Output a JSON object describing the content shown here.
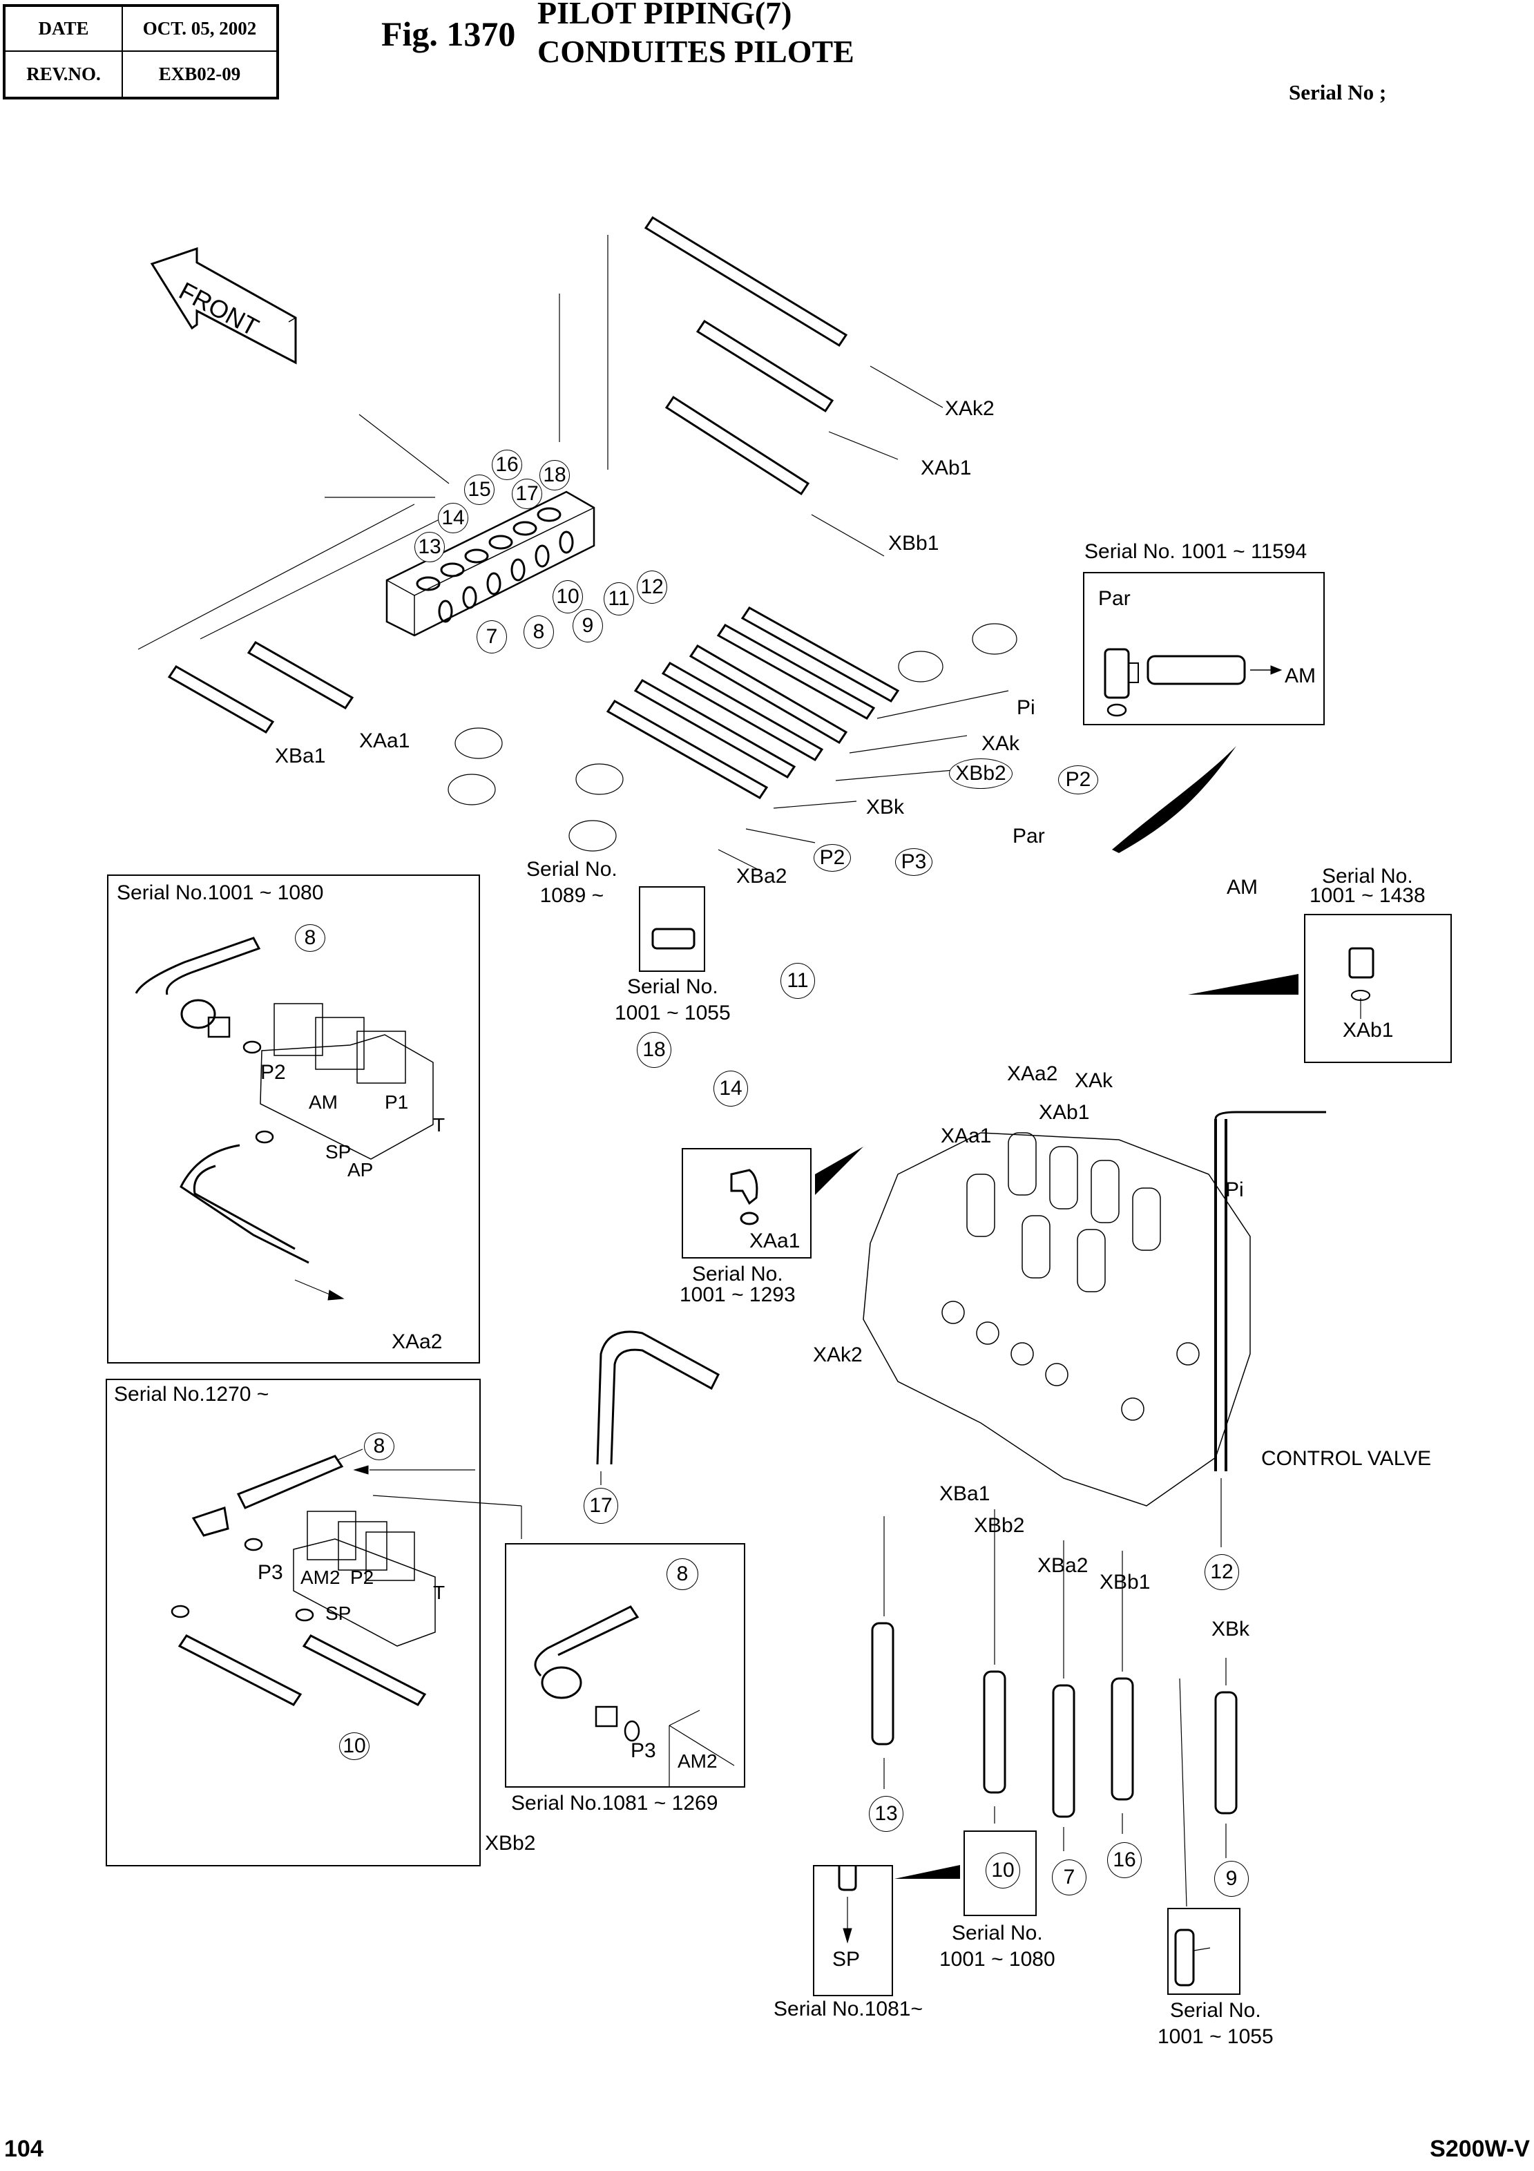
{
  "header": {
    "date_label": "DATE",
    "date_value": "OCT. 05, 2002",
    "rev_label": "REV.NO.",
    "rev_value": "EXB02-09",
    "figure_number": "Fig. 1370",
    "title_en": "PILOT PIPING(7)",
    "title_fr": "CONDUITES PILOTE",
    "serial_label": "Serial No ;"
  },
  "footer": {
    "page_number": "104",
    "model": "S200W-V"
  },
  "front_arrow": {
    "label": "FRONT"
  },
  "callouts": {
    "c7": "7",
    "c8": "8",
    "c9": "9",
    "c10": "10",
    "c11": "11",
    "c12": "12",
    "c13": "13",
    "c14": "14",
    "c15": "15",
    "c16": "16",
    "c17": "17",
    "c18": "18"
  },
  "port_labels": {
    "xak2": "XAk2",
    "xab1_top": "XAb1",
    "xbb1_top": "XBb1",
    "xba1_left": "XBa1",
    "xaa1_left": "XAa1",
    "pi_top": "Pi",
    "xak_top": "XAk",
    "xbb2_top": "XBb2",
    "p2_top": "P2",
    "xbk_top": "XBk",
    "p2_mid": "P2",
    "p3_mid": "P3",
    "xba2_top": "XBa2",
    "par": "Par",
    "am": "AM",
    "xaa2": "XAa2",
    "xak": "XAk",
    "xab1": "XAb1",
    "xaa1": "XAa1",
    "pi": "Pi",
    "xak2_valve": "XAk2",
    "control_valve": "CONTROL VALVE",
    "xba1": "XBa1",
    "xbb2": "XBb2",
    "xba2": "XBa2",
    "xbb1": "XBb1",
    "xbk": "XBk"
  },
  "insets": {
    "serial_1001_11594": {
      "caption": "Serial No. 1001 ~ 11594",
      "par": "Par",
      "am": "AM"
    },
    "serial_1001_1438": {
      "caption_1": "Serial No.",
      "caption_2": "1001 ~ 1438",
      "port": "XAb1"
    },
    "serial_1001_1055_top": {
      "caption_1": "Serial No.",
      "caption_2": "1001 ~ 1055"
    },
    "serial_1089": {
      "caption_1": "Serial No.",
      "caption_2": "1089 ~"
    },
    "serial_1001_1293": {
      "caption_1": "Serial No.",
      "caption_2": "1001 ~ 1293",
      "port": "XAa1"
    },
    "serial_1001_1080_left": {
      "caption": "Serial No.1001 ~ 1080",
      "callout": "8",
      "p2": "P2",
      "am": "AM",
      "p1": "P1",
      "t": "T",
      "sp": "SP",
      "ap": "AP",
      "xaa2": "XAa2"
    },
    "serial_1270": {
      "caption": "Serial No.1270 ~",
      "callout_8": "8",
      "callout_10": "10",
      "p3": "P3",
      "am2": "AM2",
      "p2": "P2",
      "t": "T",
      "sp": "SP",
      "xbb2": "XBb2"
    },
    "serial_1081_1269": {
      "caption": "Serial No.1081 ~ 1269",
      "callout": "8",
      "p3": "P3",
      "am2": "AM2"
    },
    "serial_1081": {
      "caption": "Serial No.1081~",
      "port": "SP"
    },
    "serial_1001_1080_bottom": {
      "caption_1": "Serial No.",
      "caption_2": "1001 ~ 1080",
      "callout": "10"
    },
    "serial_1001_1055_bottom": {
      "caption_1": "Serial No.",
      "caption_2": "1001 ~ 1055"
    }
  }
}
